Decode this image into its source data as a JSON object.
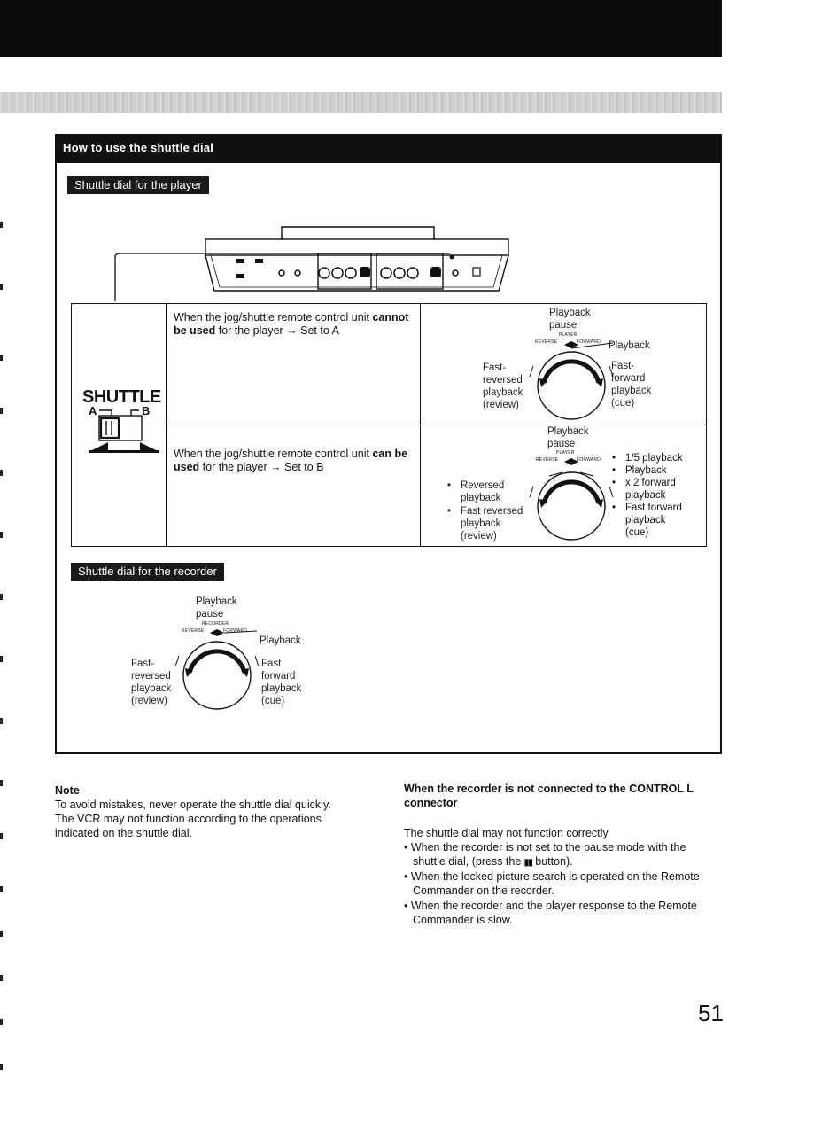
{
  "panel": {
    "title": "How to use the shuttle dial",
    "player_section_label": "Shuttle dial for the player",
    "recorder_section_label": "Shuttle dial for the recorder"
  },
  "shuttle_switch": {
    "word": "SHUTTLE",
    "pos_a": "A",
    "pos_b": "B"
  },
  "conditions": {
    "a": {
      "prefix": "When the jog/shuttle remote control unit ",
      "bold": "cannot be used",
      "suffix": " for the player → Set to A"
    },
    "b": {
      "prefix": "When the jog/shuttle remote control unit ",
      "bold": "can be used",
      "suffix": " for the player → Set to B"
    }
  },
  "dial_a": {
    "top": [
      "Playback",
      "pause"
    ],
    "tiny": "PLAYER",
    "reverse": "REVERSE",
    "forward": "FORWARD",
    "right_top": "Playback",
    "left": [
      "Fast-",
      "reversed",
      "playback",
      "(review)"
    ],
    "right": [
      "Fast-",
      "forward",
      "playback",
      "(cue)"
    ]
  },
  "dial_b": {
    "top": [
      "Playback",
      "pause"
    ],
    "tiny": "PLAYER",
    "reverse": "REVERSE",
    "forward": "FORWARD",
    "left": [
      "Reversed",
      "playback",
      "Fast reversed",
      "playback",
      "(review)"
    ],
    "right": [
      "1/5 playback",
      "Playback",
      "x 2 forward",
      "playback",
      "Fast forward",
      "playback",
      "(cue)"
    ],
    "bullet": "•"
  },
  "dial_rec": {
    "top": [
      "Playback",
      "pause"
    ],
    "tiny": "RECORDER",
    "reverse": "REVERSE",
    "forward": "FORWARD",
    "right_top": "Playback",
    "left": [
      "Fast-",
      "reversed",
      "playback",
      "(review)"
    ],
    "right": [
      "Fast",
      "forward",
      "playback",
      "(cue)"
    ]
  },
  "note": {
    "heading": "Note",
    "lines": [
      "To avoid mistakes, never operate the shuttle dial quickly.",
      "The VCR may not function according to the operations",
      "indicated on the shuttle dial."
    ]
  },
  "recorder_note": {
    "heading_lines": [
      "When the recorder is not connected to the CONTROL L",
      "connector"
    ],
    "intro": "The shuttle dial may not function correctly.",
    "items": [
      [
        "• When the recorder is not set to the pause mode with the",
        "shuttle dial, (press the",
        "button)."
      ],
      [
        "• When the locked picture search is operated on the Remote",
        "Commander on the recorder."
      ],
      [
        "• When the recorder and the player response to the Remote",
        "Commander is slow."
      ]
    ],
    "pause_symbol": "▮▮"
  },
  "page_number": "51"
}
